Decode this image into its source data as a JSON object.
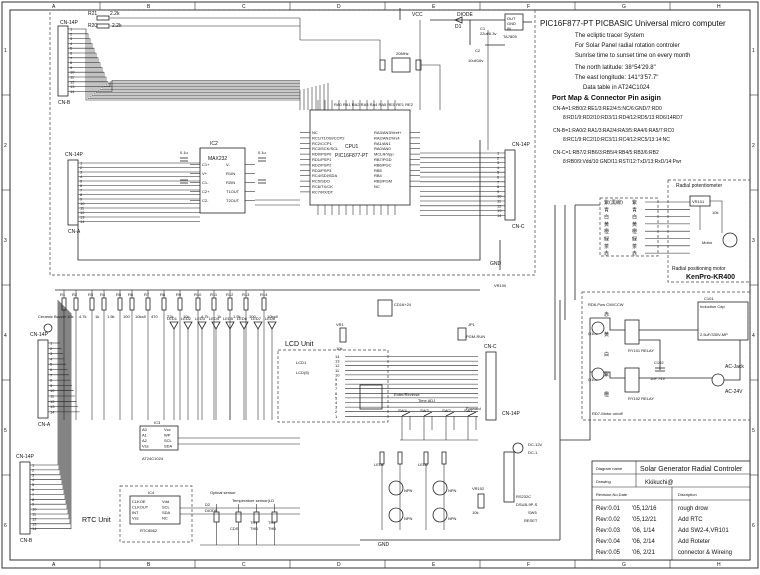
{
  "heading": {
    "title": "PIC16F877-PT  PICBASIC Universal micro computer",
    "lines": [
      "The ecliptic tracer System",
      "For Solar Panel radial rotation controler",
      "Sunrise time to sunset time on every month"
    ],
    "latitude": "The north latitude: 38°54'29.8\"",
    "longitude": "The east longitude: 141°3'57.7\"",
    "table_note": "Data table in AT24C1024"
  },
  "port_map": {
    "title": "Port Map & Connector Pin asigin",
    "cn_a": [
      "CN-A=1:RB0/2:RE1/3:RE2/4:5:NC/6:GND/7:RD0",
      "8:RD1/9:RD2/10:RD3/11:RD4/12:RD5/13:RD6/14RD7"
    ],
    "cn_b": [
      "CN-B=1:RA0/2:RA1/3:RA2/4:RA3/5:RA4/6:RA5/7:RC0",
      "8:RC1/9:RC2/10:RC3/11:RC4/12:RC5/13:14:NC"
    ],
    "cn_c": [
      "CN-C=1:RB7/2:RB6/3:RB5/4:RB4/5:RB3/6:RB2",
      "8:RB0/9:Vdd/10:GND/11:RST/12:TxD/13:RxD/14:Pwr"
    ]
  },
  "title_block": {
    "diagram_name_label": "Diagram name",
    "diagram_name": "Solar Generator Radial Controler",
    "drawing_label": "Drawing",
    "drawing": "Kkikuchi@",
    "rev_col": "Revision,No,Date",
    "desc_col": "Discription",
    "revisions": [
      {
        "rev": "Rev:0.01",
        "date": "'05,12/16",
        "desc": "rough drow"
      },
      {
        "rev": "Rev:0.02",
        "date": "'05,12/21",
        "desc": "Add RTC"
      },
      {
        "rev": "Rev:0.03",
        "date": "'06, 1/14",
        "desc": "Add SW2-4,VR101"
      },
      {
        "rev": "Rev:0.04",
        "date": "'06, 2/14",
        "desc": "Add Roteter"
      },
      {
        "rev": "Rev:0.05",
        "date": "'06, 2/21",
        "desc": "connector & Wireing"
      }
    ]
  },
  "grid": {
    "cols": [
      "A",
      "B",
      "C",
      "D",
      "E",
      "F",
      "G",
      "H"
    ],
    "rows": [
      "1",
      "2",
      "3",
      "4",
      "5",
      "6"
    ]
  },
  "blocks": {
    "cpu_ref": "CPU1",
    "cpu_part": "PIC16F877-PT",
    "cpu_top_pins": "RA0 RA1 RA2 RA3 RA4 RA5 RE0 RE1 RE2",
    "cpu_left_pins": [
      "NC",
      "RC1/T1OSI/CCP2",
      "RC2/CCP1",
      "RC3/SCK/SCL",
      "RD0/PSP0",
      "RD1/PSP1",
      "RD2/PSP2",
      "RD3/PSP3",
      "RC4/SDI/SDA",
      "RC5/SDO",
      "RC6/TX/CK",
      "RC7/RX/DT"
    ],
    "cpu_right_pins": [
      "RA3/AN3/Vref+",
      "RA2/AN2/Vref-",
      "RA1/AN1",
      "RA0/AN0",
      "MCLR/Vpp",
      "RB7/PGD",
      "RB6/PGC",
      "RB5",
      "RB4",
      "RB3/PGM",
      "NC"
    ],
    "max_ref": "IC2",
    "max_part": "MAX232",
    "max_pins": [
      "C1+",
      "V+",
      "C1-",
      "C2+",
      "C2-",
      "V-",
      "R1IN",
      "R2IN",
      "T1OUT",
      "T2OUT"
    ],
    "crystal_label": "20MHz",
    "diode_label": "DIODE",
    "regulator_label": "TA7805",
    "regulator_pins": [
      "OUT",
      "GND",
      "IN"
    ],
    "c1_label": "C1",
    "c1_value": "22uf/6.3v",
    "c2_label": "C2",
    "c2_value": "10uf/16v",
    "d1_label": "D1",
    "vcc": "VCC",
    "gnd": "GND",
    "r21": "R21",
    "r21_value": "2.2k",
    "r20": "R20",
    "r20_value": "2.2k",
    "lcd_title": "LCD Unit",
    "lcd_conn": "CD16+24",
    "lcd_pins": [
      "LCD1",
      "LCD(8)"
    ],
    "rtc_title": "RTC Unit",
    "rtc_chip": "RTC8562",
    "rtc_ref": "IC4",
    "rtc_left": [
      "CLKOE",
      "CLKOUT",
      "INT",
      "Vss"
    ],
    "rtc_right": [
      "Vdd",
      "SCL",
      "SDA",
      "NC"
    ],
    "eeprom_chip": "AT24C1024",
    "eeprom_ref": "IC3",
    "eeprom_left": [
      "A0",
      "A1",
      "A2",
      "Vss"
    ],
    "eeprom_right": [
      "Vcc",
      "WP",
      "SCL",
      "SDA"
    ],
    "buzzer_label": "Ceramic Buzzer",
    "vr101": "VR101",
    "vr101_value": "10k",
    "pot_title": "Radial potentiometer",
    "motor_title": "Radial positioning motor",
    "motor_label": "Motor",
    "pot_sub": "KenPro-KR400",
    "kanji_cols": [
      "紫(黒線)",
      "青",
      "白",
      "黄",
      "橙",
      "緑",
      "茶",
      "赤"
    ],
    "relay1": "RD6-Pow CW/CCW",
    "relay2": "RD7-Motor on/off",
    "relay_ry101": "RY101 RELAY",
    "relay_ry102": "RY102 RELAY",
    "q101": "Q101",
    "q102": "Q102",
    "c101_label": "C101",
    "c101_sub": "Induction Cap",
    "c101_value": "2.5uF/330V-MP",
    "c102_label": "C102",
    "c102_value": "1uF 74V",
    "ac_jack": "AC-Jack",
    "ac_24v": "AC-24V",
    "dc_label": "DC-12V",
    "dc1_label": "DC-1",
    "sw_labels": [
      "Enter/Reverse",
      "Time ADJ",
      "Forward"
    ],
    "sw_refs": [
      "SW4",
      "SW3",
      "SW2",
      "SW1"
    ],
    "rst_label": "RESET",
    "rs232_label": "RS232C",
    "dsub": "DSUB-9P-S",
    "pgm_label": "PGM-RUN",
    "temp_label": "Temperature sensor(LD",
    "opt_label": "Optical sensor",
    "cn_a_label": "CN-A",
    "cn_b_label": "CN-B",
    "cn_c_label": "CN-C",
    "cn_14p": "CN-14P",
    "cn_b_14p": "CN-B",
    "nah": "NPN",
    "cds": "CDS",
    "th1": "TH1",
    "th2": "TH2",
    "thd": "THD",
    "d2": "D2",
    "diode2": "DIODE",
    "r_values": [
      "R1",
      "R2",
      "R3",
      "R4",
      "R5",
      "R6",
      "R7",
      "R8",
      "R9",
      "R10",
      "R11",
      "R12",
      "R13",
      "R14",
      "R15",
      "R16",
      "R17"
    ],
    "r_vals": [
      "10k",
      "4.7k",
      "1k",
      "1.5k",
      "100",
      "10kx8",
      "470",
      "22k"
    ],
    "led_labels": [
      "LED1",
      "LED2",
      "LED3",
      "LED4",
      "LED5",
      "LED6",
      "LED7",
      "LED8"
    ],
    "rel_vr": "VR102",
    "vr102_value": "10k",
    "jp1": "JP1",
    "vr_main": "VR1",
    "vr_main_value": "10k",
    "sel_label": "SW5",
    "vr100": "VR100",
    "c_values": [
      "0.1u",
      "1u",
      "10u",
      "0.33u",
      "30p"
    ]
  }
}
